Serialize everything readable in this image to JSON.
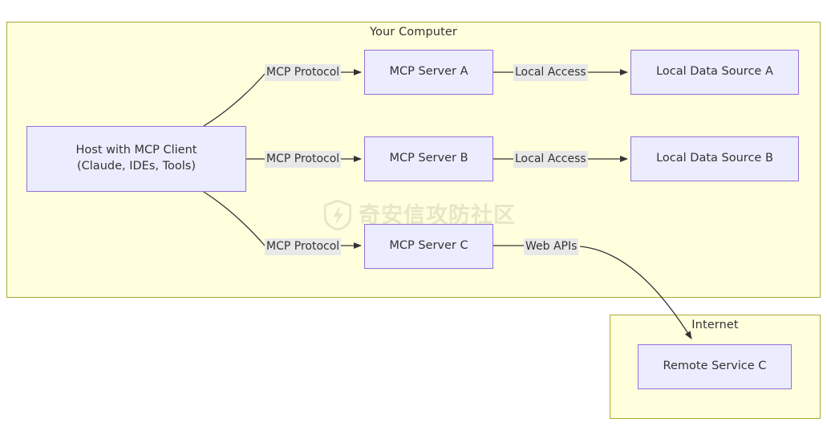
{
  "diagram": {
    "clusters": [
      {
        "id": "your-computer",
        "label": "Your Computer"
      },
      {
        "id": "internet",
        "label": "Internet"
      }
    ],
    "nodes": [
      {
        "id": "host",
        "line1": "Host with MCP Client",
        "line2": "(Claude, IDEs, Tools)"
      },
      {
        "id": "server-a",
        "label": "MCP Server A"
      },
      {
        "id": "server-b",
        "label": "MCP Server B"
      },
      {
        "id": "server-c",
        "label": "MCP Server C"
      },
      {
        "id": "data-a",
        "label": "Local Data Source A"
      },
      {
        "id": "data-b",
        "label": "Local Data Source B"
      },
      {
        "id": "remote-c",
        "label": "Remote Service C"
      }
    ],
    "edge_labels": {
      "mcp_a": "MCP Protocol",
      "mcp_b": "MCP Protocol",
      "mcp_c": "MCP Protocol",
      "local_a": "Local Access",
      "local_b": "Local Access",
      "web_apis": "Web APIs"
    },
    "watermark": {
      "text": "奇安信攻防社区",
      "mark": "shield-lightning-icon"
    },
    "colors": {
      "cluster_fill": "#ffffde",
      "cluster_stroke": "#aaaa33",
      "node_fill": "#ececff",
      "node_stroke": "#9370db",
      "edge_stroke": "#333333",
      "edge_label_bg": "#e8e8e8",
      "text": "#333333",
      "page_bg": "#ffffff"
    }
  }
}
